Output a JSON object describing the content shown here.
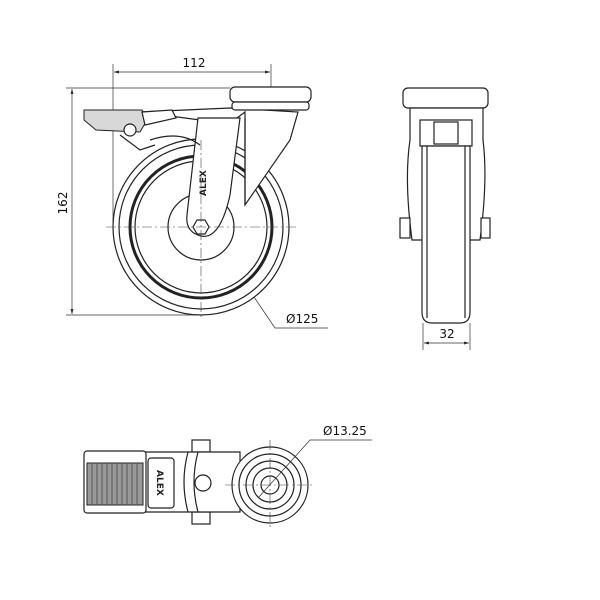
{
  "drawing": {
    "side_view": {
      "width_dim": "112",
      "height_dim": "162",
      "wheel_diameter": "Ø125",
      "logo": "ALEX"
    },
    "front_view": {
      "wheel_width_dim": "32"
    },
    "bottom_view": {
      "bore_diameter": "Ø13.25",
      "logo": "ALEX"
    }
  }
}
